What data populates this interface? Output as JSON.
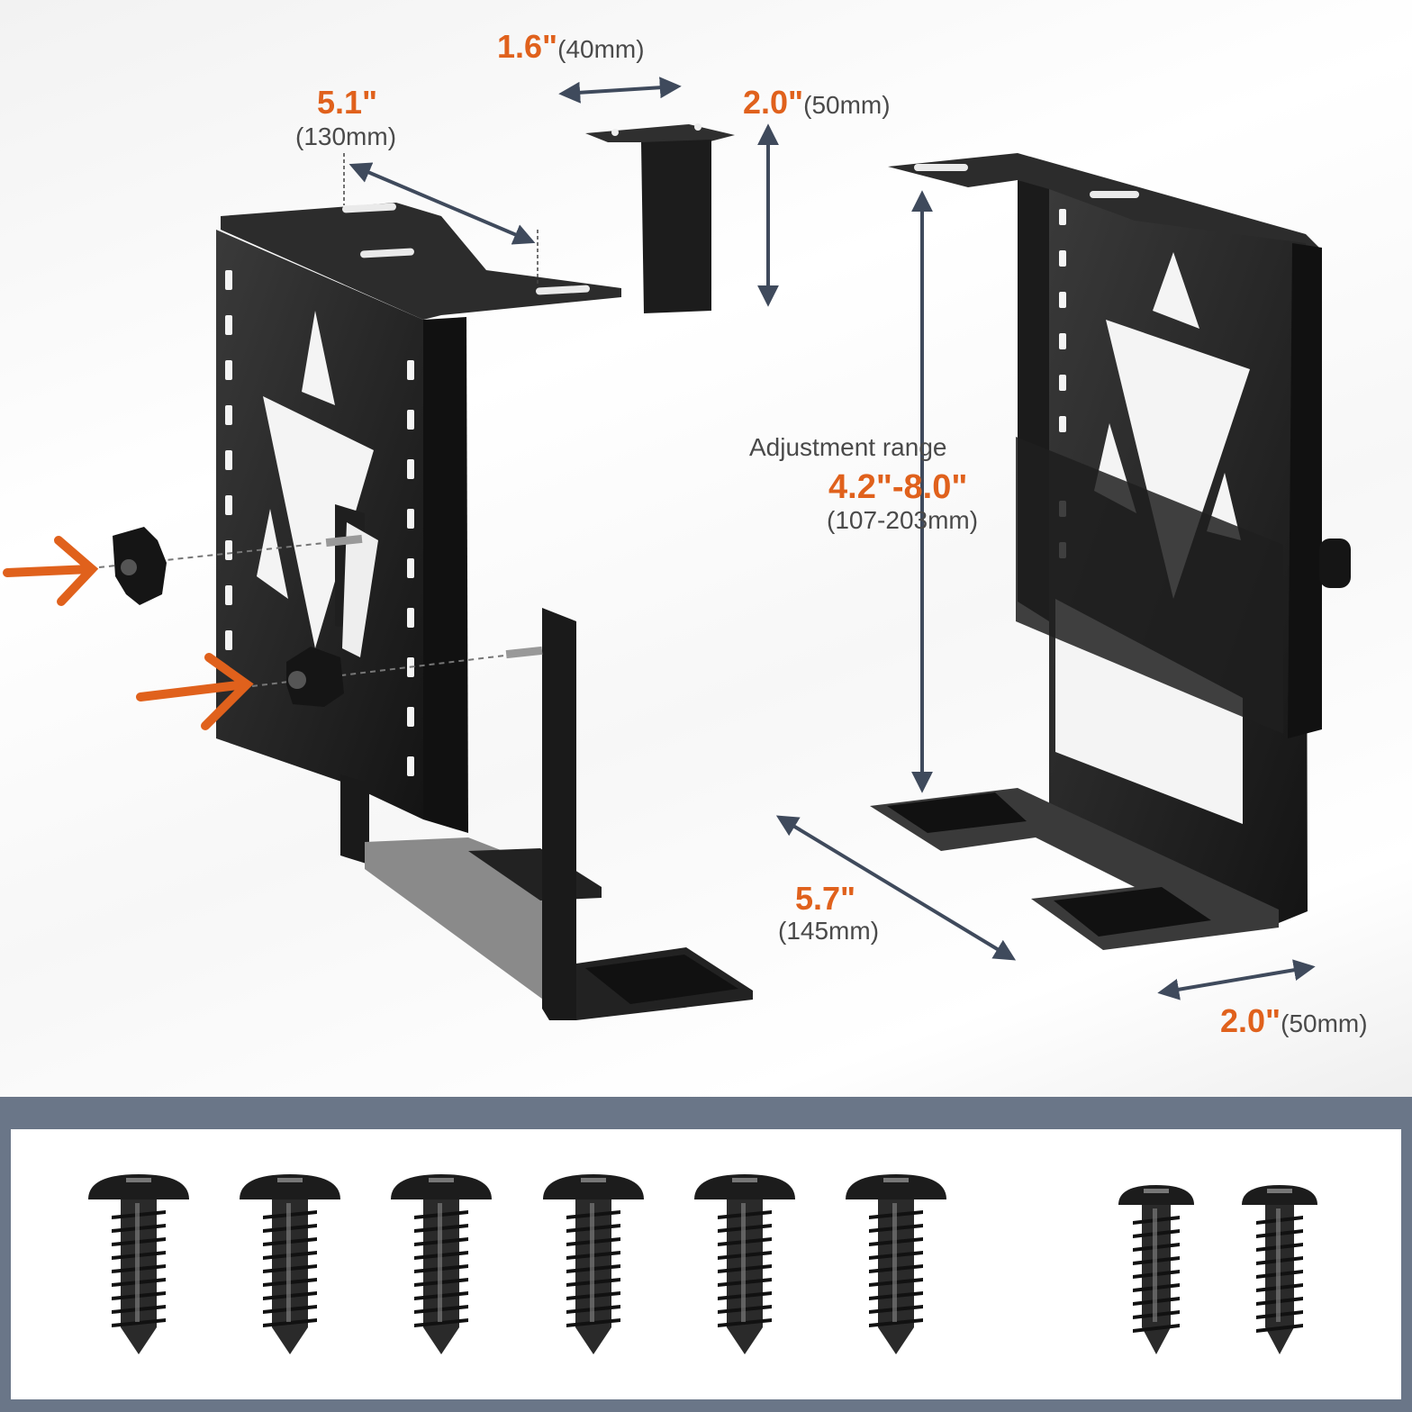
{
  "dimensions": {
    "top_width": {
      "inch": "1.6\"",
      "mm": "(40mm)"
    },
    "top_length": {
      "inch": "5.1\"",
      "mm": "(130mm)"
    },
    "plate_height": {
      "inch": "2.0\"",
      "mm": "(50mm)"
    },
    "adjustment": {
      "label": "Adjustment range",
      "inch": "4.2\"-8.0\"",
      "mm": "(107-203mm)"
    },
    "depth": {
      "inch": "5.7\"",
      "mm": "(145mm)"
    },
    "base_width": {
      "inch": "2.0\"",
      "mm": "(50mm)"
    }
  },
  "colors": {
    "accent": "#e0611c",
    "arrow": "#3f4a5c",
    "metal": "#1f1f1f",
    "band": "#6a7688"
  },
  "screws": {
    "large_count": 6,
    "small_count": 2
  }
}
